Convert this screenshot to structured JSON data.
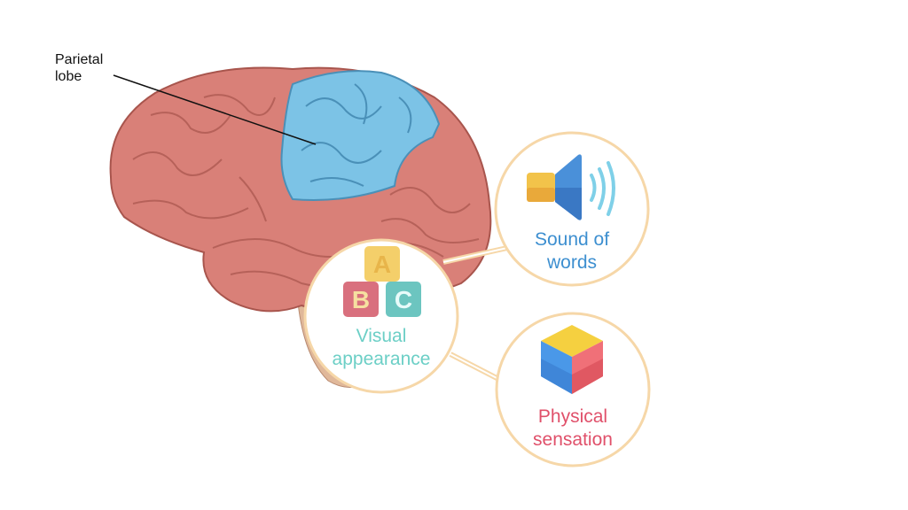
{
  "label": {
    "line1": "Parietal",
    "line2": "lobe"
  },
  "nodes": {
    "visual": {
      "line1": "Visual",
      "line2": "appearance",
      "blocks": [
        "A",
        "B",
        "C"
      ],
      "color": "#6ccfc6",
      "icon": "abc-blocks-icon"
    },
    "sound": {
      "line1": "Sound of",
      "line2": "words",
      "color": "#3d8fd0",
      "icon": "speaker-icon"
    },
    "physical": {
      "line1": "Physical",
      "line2": "sensation",
      "color": "#e0506a",
      "icon": "cube-icon"
    }
  },
  "colors": {
    "brain": "#d98078",
    "parietal": "#7cc3e6",
    "ring": "#f6d7a8"
  }
}
